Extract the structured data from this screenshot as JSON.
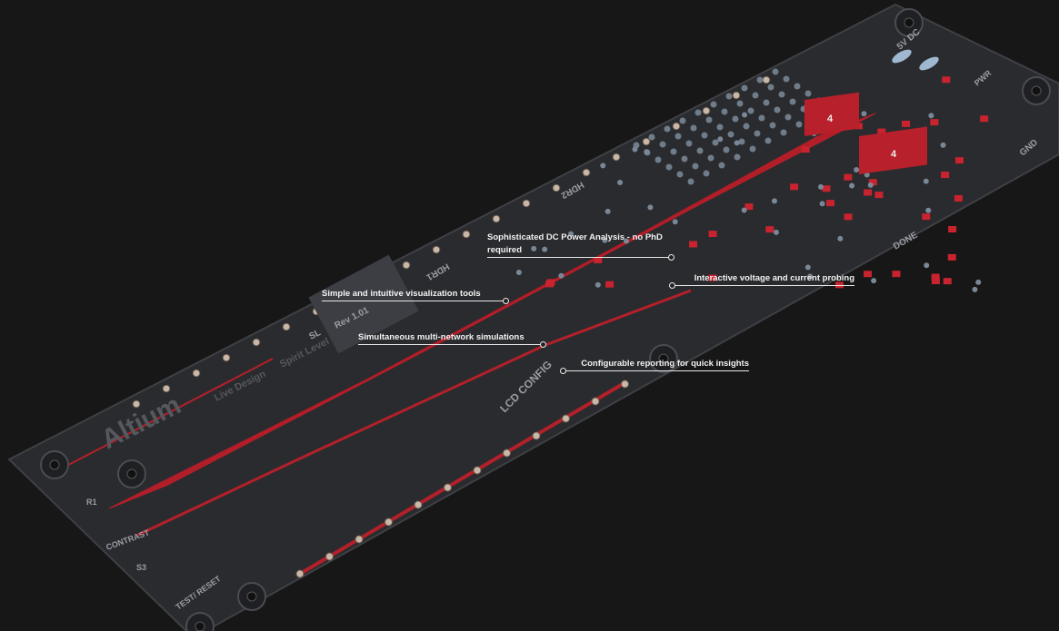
{
  "callouts": [
    {
      "text": "Sophisticated DC Power Analysis - no PhD required"
    },
    {
      "text": "Interactive voltage and current probing"
    },
    {
      "text": "Simple and intuitive visualization tools"
    },
    {
      "text": "Simultaneous multi-network simulations"
    },
    {
      "text": "Configurable reporting for quick insights"
    }
  ],
  "board_labels": {
    "brand": "Altium",
    "live_design": "Live Design",
    "spirit_level": "Spirit Level",
    "contrast": "CONTRAST",
    "test_reset": "TEST/ RESET",
    "lcd_config": "LCD CONFIG",
    "hdr1": "HDR1",
    "hdr2": "HDR2",
    "gnd": "GND",
    "v5dc": "5V DC",
    "pwr": "PWR",
    "done": "DONE",
    "r1": "R1",
    "s3": "S3",
    "sl": "SL",
    "rev": "Rev 1.01",
    "chip": "4"
  },
  "colors": {
    "board": "#2b2c2f",
    "trace": "#b3202a",
    "pad": "#c8232e",
    "via": "#c9b8a8",
    "background": "#171717"
  }
}
